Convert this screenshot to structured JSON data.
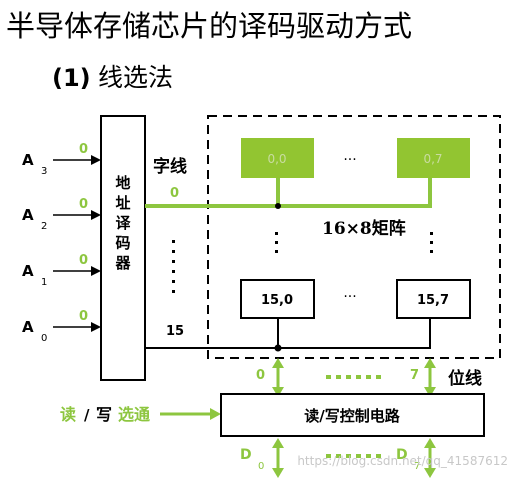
{
  "title": "半导体存储芯片的译码驱动方式",
  "subtitle": {
    "number": "(1)",
    "text": "线选法"
  },
  "address_inputs": [
    {
      "letter": "A",
      "sub": "3",
      "value": "0"
    },
    {
      "letter": "A",
      "sub": "2",
      "value": "0"
    },
    {
      "letter": "A",
      "sub": "1",
      "value": "0"
    },
    {
      "letter": "A",
      "sub": "0",
      "value": "0"
    }
  ],
  "decoder": {
    "label": "地址译码器",
    "chars": [
      "地",
      "址",
      "译",
      "码",
      "器"
    ]
  },
  "word_line": {
    "label": "字线",
    "first_index": "0",
    "last_index": "15"
  },
  "matrix": {
    "label": "16×8矩阵",
    "cells": {
      "top_left": "0,0",
      "top_right": "0,7",
      "bottom_left": "15,0",
      "bottom_right": "15,7"
    },
    "ellipsis": "..."
  },
  "bit_line": {
    "label": "位线",
    "first_index": "0",
    "last_index": "7"
  },
  "rw_select": {
    "part1": "读",
    "slash": "/",
    "part2": "写",
    "part3": "选通"
  },
  "control": {
    "label": "读/写控制电路"
  },
  "data_lines": {
    "left_letter": "D",
    "left_sub": "0",
    "right_letter": "D",
    "right_sub": "7"
  },
  "watermark": "https://blog.csdn.net/qq_41587612",
  "colors": {
    "accent_green": "#8dc63f",
    "cell_fill": "#92c531",
    "ink": "#000000",
    "watermark": "#c8c8c8"
  }
}
